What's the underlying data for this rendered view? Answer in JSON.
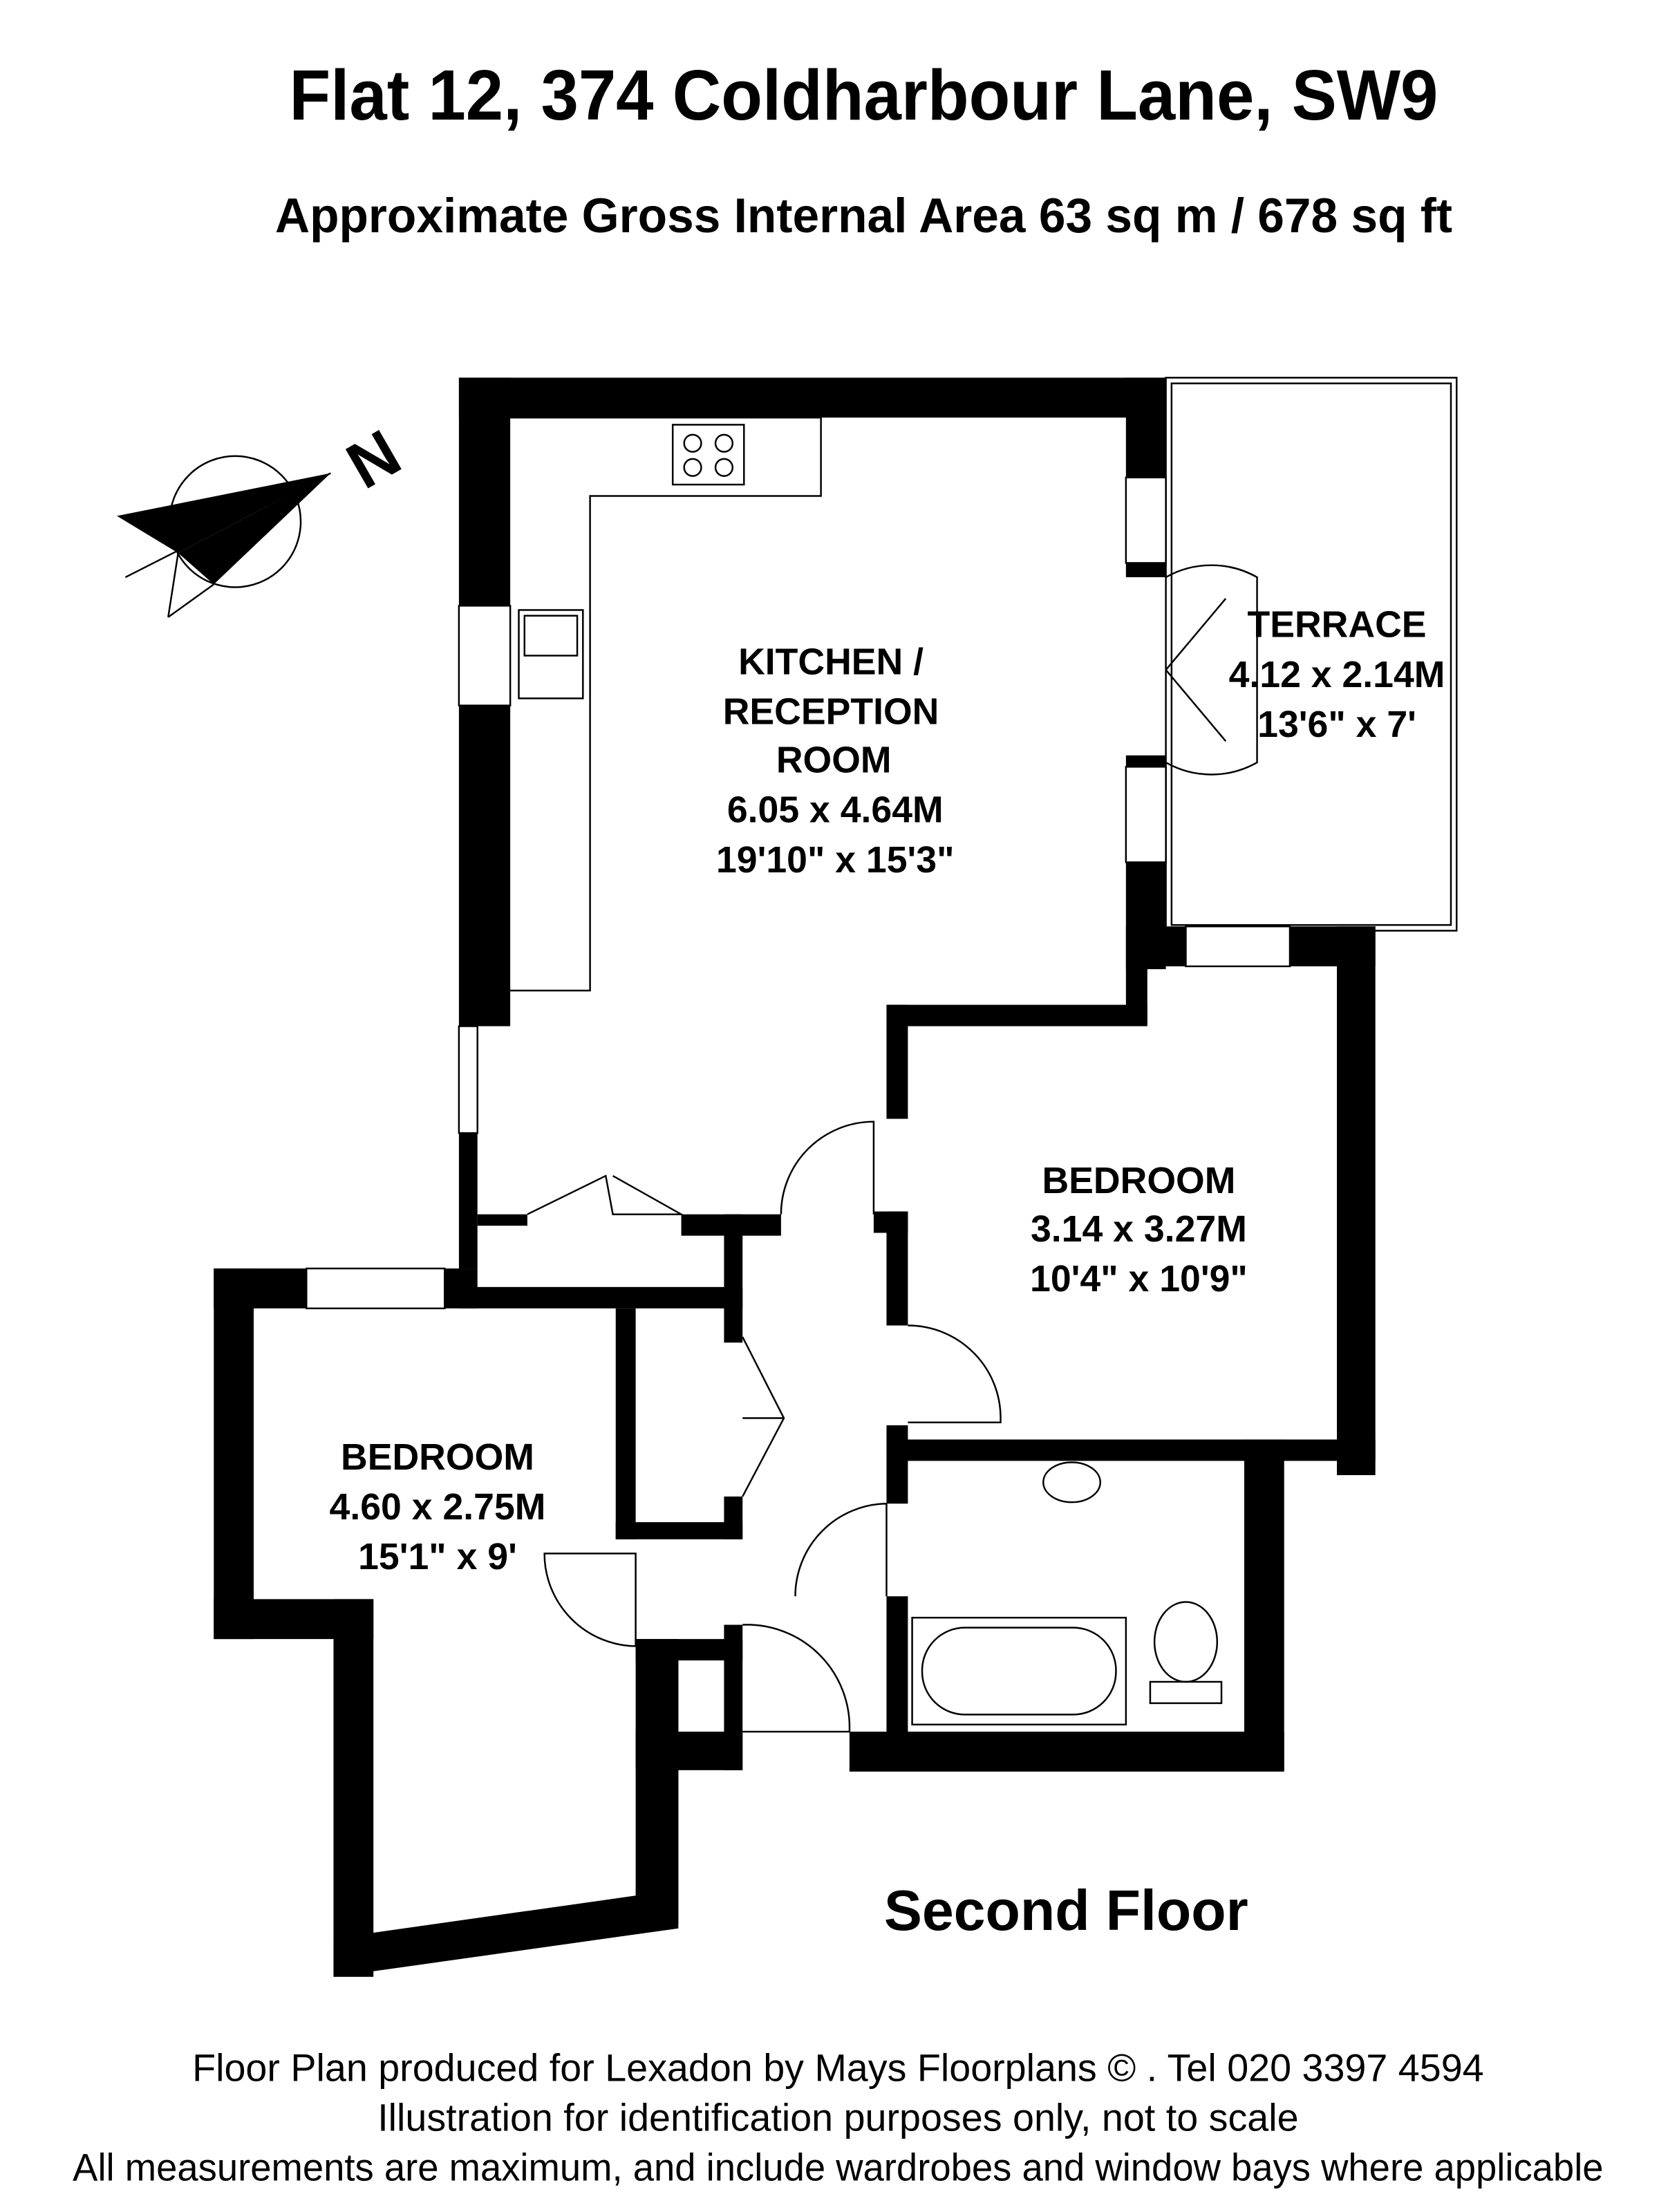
{
  "header": {
    "title": "Flat 12, 374 Coldharbour Lane, SW9",
    "area": "Approximate Gross Internal Area 63 sq m /  678 sq ft"
  },
  "compass": {
    "label": "N"
  },
  "rooms": {
    "kitchen": {
      "name_line1": "KITCHEN /",
      "name_line2": "RECEPTION",
      "name_line3": "ROOM",
      "metric": "6.05 x 4.64M",
      "imperial": "19'10\" x 15'3\""
    },
    "terrace": {
      "name": "TERRACE",
      "metric": "4.12 x 2.14M",
      "imperial": "13'6\" x 7'"
    },
    "bedroom1": {
      "name": "BEDROOM",
      "metric": "3.14 x 3.27M",
      "imperial": "10'4\" x 10'9\""
    },
    "bedroom2": {
      "name": "BEDROOM",
      "metric": "4.60 x 2.75M",
      "imperial": "15'1\" x 9'"
    }
  },
  "floor_label": "Second Floor",
  "footer": {
    "line1": "Floor Plan produced for Lexadon by Mays Floorplans  © . Tel 020 3397 4594",
    "line2": "Illustration for identification purposes only, not to scale",
    "line3": "All measurements are maximum, and include wardrobes and window bays where applicable"
  }
}
